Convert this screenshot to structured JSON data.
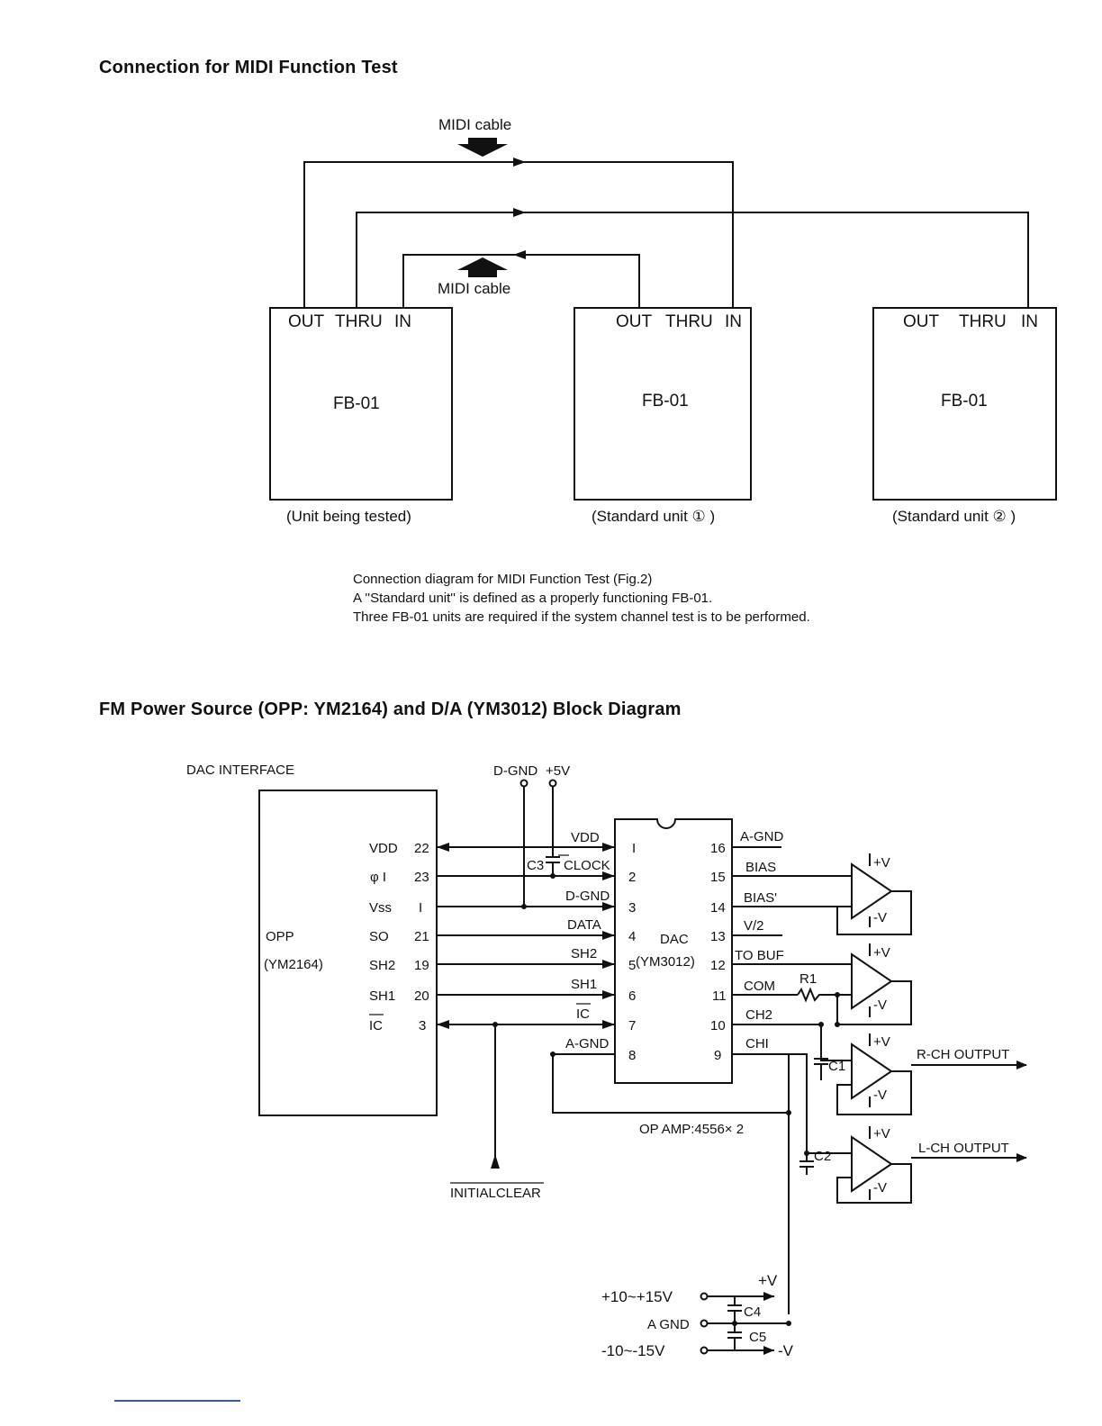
{
  "section1": {
    "title": "Connection for MIDI Function Test",
    "cable_label_top": "MIDI cable",
    "cable_label_bottom": "MIDI cable",
    "units": [
      {
        "ports": [
          "OUT",
          "THRU",
          "IN"
        ],
        "model": "FB-01",
        "caption": "(Unit being tested)"
      },
      {
        "ports": [
          "OUT",
          "THRU",
          "IN"
        ],
        "model": "FB-01",
        "caption": "(Standard unit ① )"
      },
      {
        "ports": [
          "OUT",
          "THRU",
          "IN"
        ],
        "model": "FB-01",
        "caption": "(Standard unit ② )"
      }
    ],
    "notes": [
      "Connection diagram for MIDI Function Test (Fig.2)",
      "A ''Standard unit'' is defined as a properly functioning FB-01.",
      "Three FB-01 units are required if the system channel test is to be performed."
    ]
  },
  "section2": {
    "title": "FM Power Source (OPP: YM2164) and D/A (YM3012) Block Diagram",
    "dac_interface": "DAC INTERFACE",
    "dgnd": "D-GND",
    "plus5v": "+5V",
    "opp_name": "OPP",
    "opp_part": "(YM2164)",
    "opp_pins": [
      {
        "name": "VDD",
        "num": "22"
      },
      {
        "name": "φ I",
        "num": "23"
      },
      {
        "name": "Vss",
        "num": "I"
      },
      {
        "name": "SO",
        "num": "21"
      },
      {
        "name": "SH2",
        "num": "19"
      },
      {
        "name": "SH1",
        "num": "20"
      },
      {
        "name": "IC",
        "num": "3"
      }
    ],
    "dac_name": "DAC",
    "dac_part": "(YM3012)",
    "dac_left_pins": [
      {
        "signal": "VDD",
        "num": "I"
      },
      {
        "signal": "CLOCK",
        "num": "2"
      },
      {
        "signal": "D-GND",
        "num": "3"
      },
      {
        "signal": "DATA",
        "num": "4"
      },
      {
        "signal": "SH2",
        "num": "5"
      },
      {
        "signal": "SH1",
        "num": "6"
      },
      {
        "signal": "IC",
        "num": "7"
      },
      {
        "signal": "A-GND",
        "num": "8"
      }
    ],
    "dac_right_pins": [
      {
        "signal": "A-GND",
        "num": "16"
      },
      {
        "signal": "BIAS",
        "num": "15"
      },
      {
        "signal": "BIAS'",
        "num": "14"
      },
      {
        "signal": "V/2",
        "num": "13"
      },
      {
        "signal": "TO BUF",
        "num": "12"
      },
      {
        "signal": "COM",
        "num": "11"
      },
      {
        "signal": "CH2",
        "num": "10"
      },
      {
        "signal": "CHI",
        "num": "9"
      }
    ],
    "c3": "C3",
    "r1": "R1",
    "c1": "C1",
    "c2": "C2",
    "c4": "C4",
    "c5": "C5",
    "plus_v": "+V",
    "minus_v": "-V",
    "rch_output": "R-CH  OUTPUT",
    "lch_output": "L-CH  OUTPUT",
    "op_amp": "OP  AMP:4556× 2",
    "initial_clear": "INITIALCLEAR",
    "supply_pos": "+10~+15V",
    "supply_gnd": "A  GND",
    "supply_neg": "-10~-15V",
    "supply_plus_v": "+V",
    "supply_minus_v": "-V"
  }
}
